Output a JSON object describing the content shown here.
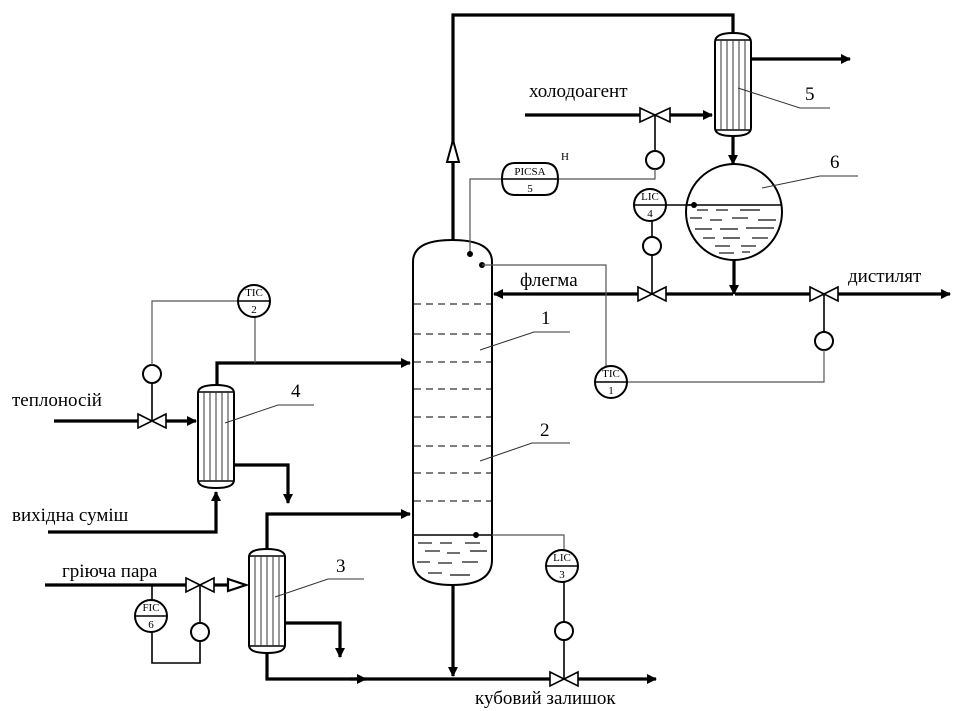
{
  "diagram": {
    "type": "process-flow-diagram",
    "streams": {
      "coolant": "холодоагент",
      "reflux": "флегма",
      "distillate": "дистилят",
      "heat_carrier": "теплоносій",
      "feed_mixture": "вихідна суміш",
      "heating_steam": "гріюча пара",
      "bottoms": "кубовий залишок"
    },
    "equipment_numbers": {
      "column_top": "1",
      "column_bottom": "2",
      "reboiler": "3",
      "preheater": "4",
      "condenser": "5",
      "reflux_drum": "6"
    },
    "instruments": [
      {
        "id": "tic1",
        "tag": "TIC",
        "loop": "1"
      },
      {
        "id": "tic2",
        "tag": "TIC",
        "loop": "2"
      },
      {
        "id": "lic3",
        "tag": "LIC",
        "loop": "3"
      },
      {
        "id": "lic4",
        "tag": "LIC",
        "loop": "4"
      },
      {
        "id": "picsa5",
        "tag": "PICSA",
        "loop": "5",
        "alarm": "H"
      },
      {
        "id": "fic6",
        "tag": "FIC",
        "loop": "6"
      }
    ]
  }
}
